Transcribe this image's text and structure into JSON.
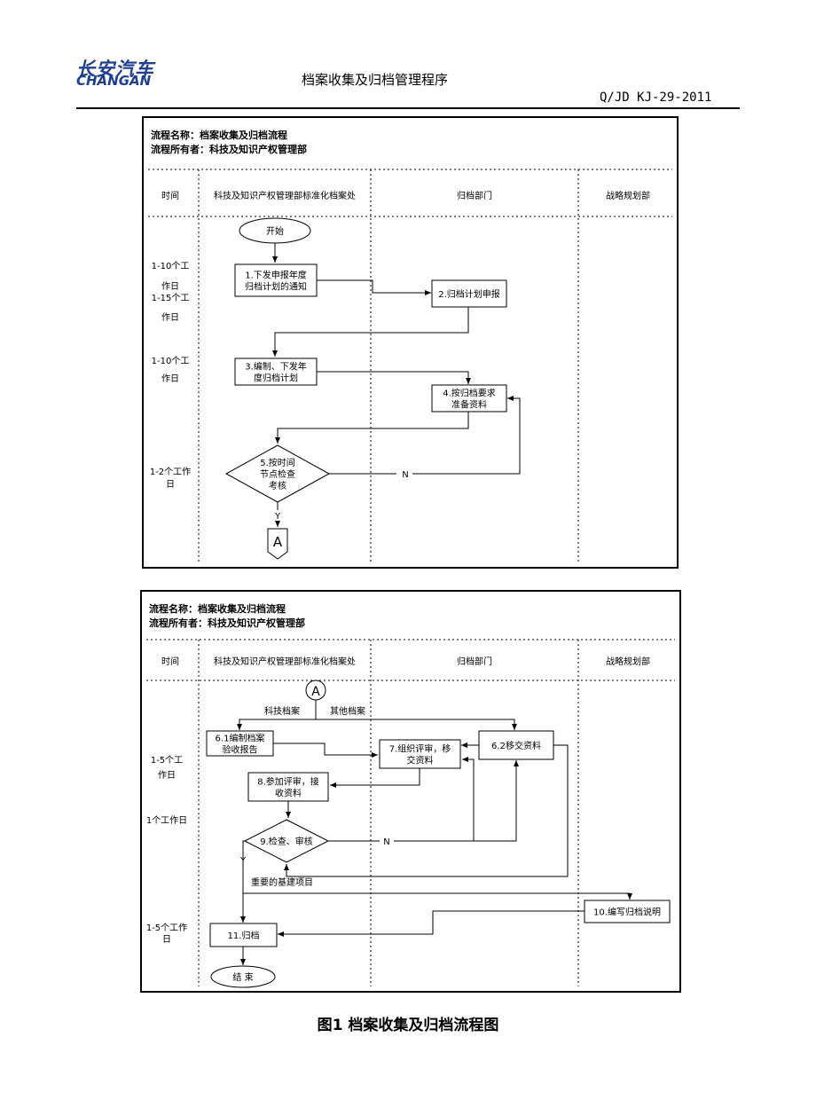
{
  "header": {
    "logo_cn": "长安汽车",
    "logo_en": "CHANGAN",
    "title": "档案收集及归档管理程序",
    "code": "Q/JD  KJ-29-2011"
  },
  "panel1": {
    "name_line": "流程名称：档案收集及归档流程",
    "owner_line": "流程所有者：科技及知识产权管理部",
    "columns": [
      "时间",
      "科技及知识产权管理部标准化档案处",
      "归档部门",
      "战略规划部"
    ],
    "times": [
      [
        "1-10个工",
        "作日"
      ],
      [
        "1-15个工",
        "作日"
      ],
      [
        "1-10个工",
        "作日"
      ],
      [
        "1-2个工作",
        "日"
      ]
    ],
    "start": "开始",
    "steps": [
      [
        "1.下发申报年度",
        "归档计划的通知"
      ],
      [
        "2.归档计划申报"
      ],
      [
        "3.编制、下发年",
        "度归档计划"
      ],
      [
        "4.按归档要求",
        "准备资料"
      ],
      [
        "5.按时间",
        "节点检查",
        "考核"
      ]
    ],
    "label_n": "N",
    "label_y": "Y",
    "connector": "A"
  },
  "panel2": {
    "name_line": "流程名称：档案收集及归档流程",
    "owner_line": "流程所有者：科技及知识产权管理部",
    "columns": [
      "时间",
      "科技及知识产权管理部标准化档案处",
      "归档部门",
      "战略规划部"
    ],
    "times": [
      [
        "1-5个工",
        "作日"
      ],
      [
        "1个工作日"
      ],
      [
        "1-5个工作",
        "日"
      ]
    ],
    "connector": "A",
    "branch_left": "科技档案",
    "branch_right": "其他档案",
    "steps": [
      [
        "6.1编制档案",
        "验收报告"
      ],
      [
        "7.组织评审，移",
        "交资料"
      ],
      [
        "6.2移交资料"
      ],
      [
        "8.参加评审，接",
        "收资料"
      ],
      [
        "9.检查、审核"
      ],
      [
        "10.编写归档说明"
      ],
      [
        "11.归档"
      ]
    ],
    "end": "结 束",
    "label_n": "N",
    "label_y": "Y",
    "note": "重要的基建项目"
  },
  "caption": "图1  档案收集及归档流程图"
}
